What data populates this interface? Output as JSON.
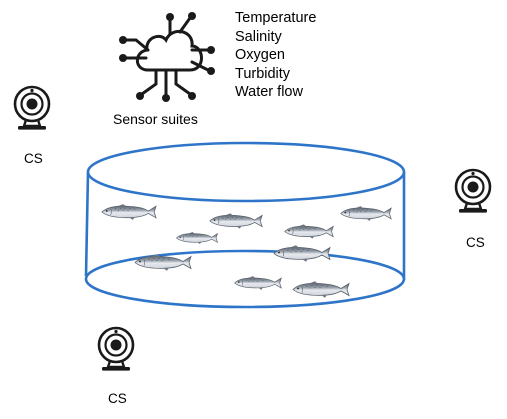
{
  "sensors": {
    "caption": "Sensor suites",
    "items": [
      "Temperature",
      "Salinity",
      "Oxygen",
      "Turbidity",
      "Water flow"
    ]
  },
  "cameras": [
    {
      "label": "CS"
    },
    {
      "label": "CS"
    },
    {
      "label": "CS"
    }
  ],
  "colors": {
    "tank_outline": "#2e75c9",
    "fish_body": "#d9dde4",
    "fish_back": "#6f7783",
    "camera": "#1a1a1a"
  },
  "icons": {
    "sensor_hub": "cloud-network-icon",
    "camera": "webcam-icon",
    "fish": "salmon-icon"
  }
}
